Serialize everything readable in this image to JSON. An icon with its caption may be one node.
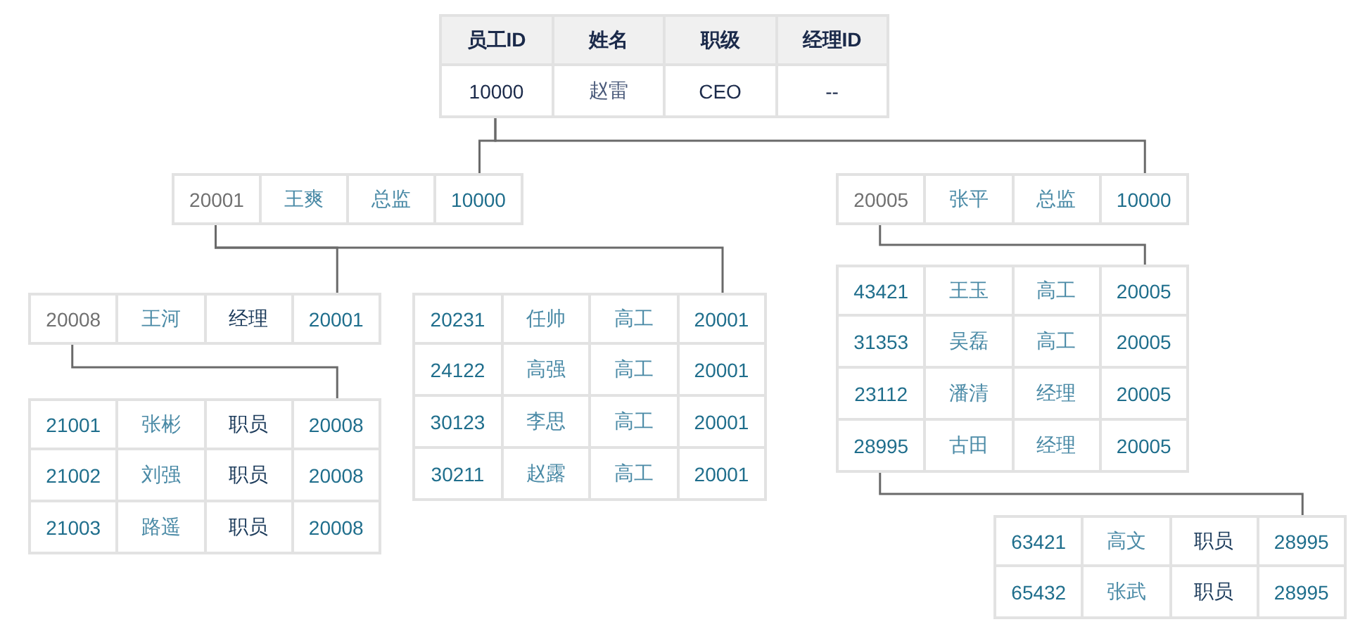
{
  "diagram": {
    "nodes": [
      {
        "text": [
          "员工ID",
          "姓名",
          "职级",
          "经理ID"
        ]
      },
      {
        "text": [
          "10000",
          "赵雷",
          "CEO",
          "--"
        ]
      },
      {
        "text": [
          "20001",
          "王爽",
          "总监",
          "10000"
        ]
      },
      {
        "text": [
          "20005",
          "张平",
          "总监",
          "10000"
        ]
      },
      {
        "text": [
          "20008",
          "王河",
          "经理",
          "20001"
        ]
      },
      {
        "text": [
          "20231",
          "任帅",
          "高工",
          "20001"
        ]
      },
      {
        "text": [
          "24122",
          "高强",
          "高工",
          "20001"
        ]
      },
      {
        "text": [
          "30123",
          "李思",
          "高工",
          "20001"
        ]
      },
      {
        "text": [
          "30211",
          "赵露",
          "高工",
          "20001"
        ]
      },
      {
        "text": [
          "43421",
          "王玉",
          "高工",
          "20005"
        ]
      },
      {
        "text": [
          "31353",
          "吴磊",
          "高工",
          "20005"
        ]
      },
      {
        "text": [
          "23112",
          "潘清",
          "经理",
          "20005"
        ]
      },
      {
        "text": [
          "28995",
          "古田",
          "经理",
          "20005"
        ]
      },
      {
        "text": [
          "21001",
          "张彬",
          "职员",
          "20008"
        ]
      },
      {
        "text": [
          "21002",
          "刘强",
          "职员",
          "20008"
        ]
      },
      {
        "text": [
          "21003",
          "路遥",
          "职员",
          "20008"
        ]
      },
      {
        "text": [
          "63421",
          "高文",
          "职员",
          "28995"
        ]
      },
      {
        "text": [
          "65432",
          "张武",
          "职员",
          "28995"
        ]
      }
    ],
    "edges": [
      {
        "from": 1,
        "to": 2,
        "arrow": "none"
      },
      {
        "from": 1,
        "to": 3,
        "arrow": "none"
      },
      {
        "from": 2,
        "to": 4,
        "arrow": "none"
      },
      {
        "from": 2,
        "to": 5,
        "arrow": "none"
      },
      {
        "from": 3,
        "to": 9,
        "arrow": "none"
      },
      {
        "from": 4,
        "to": 13,
        "arrow": "none"
      },
      {
        "from": 12,
        "to": 16,
        "arrow": "none"
      }
    ]
  }
}
